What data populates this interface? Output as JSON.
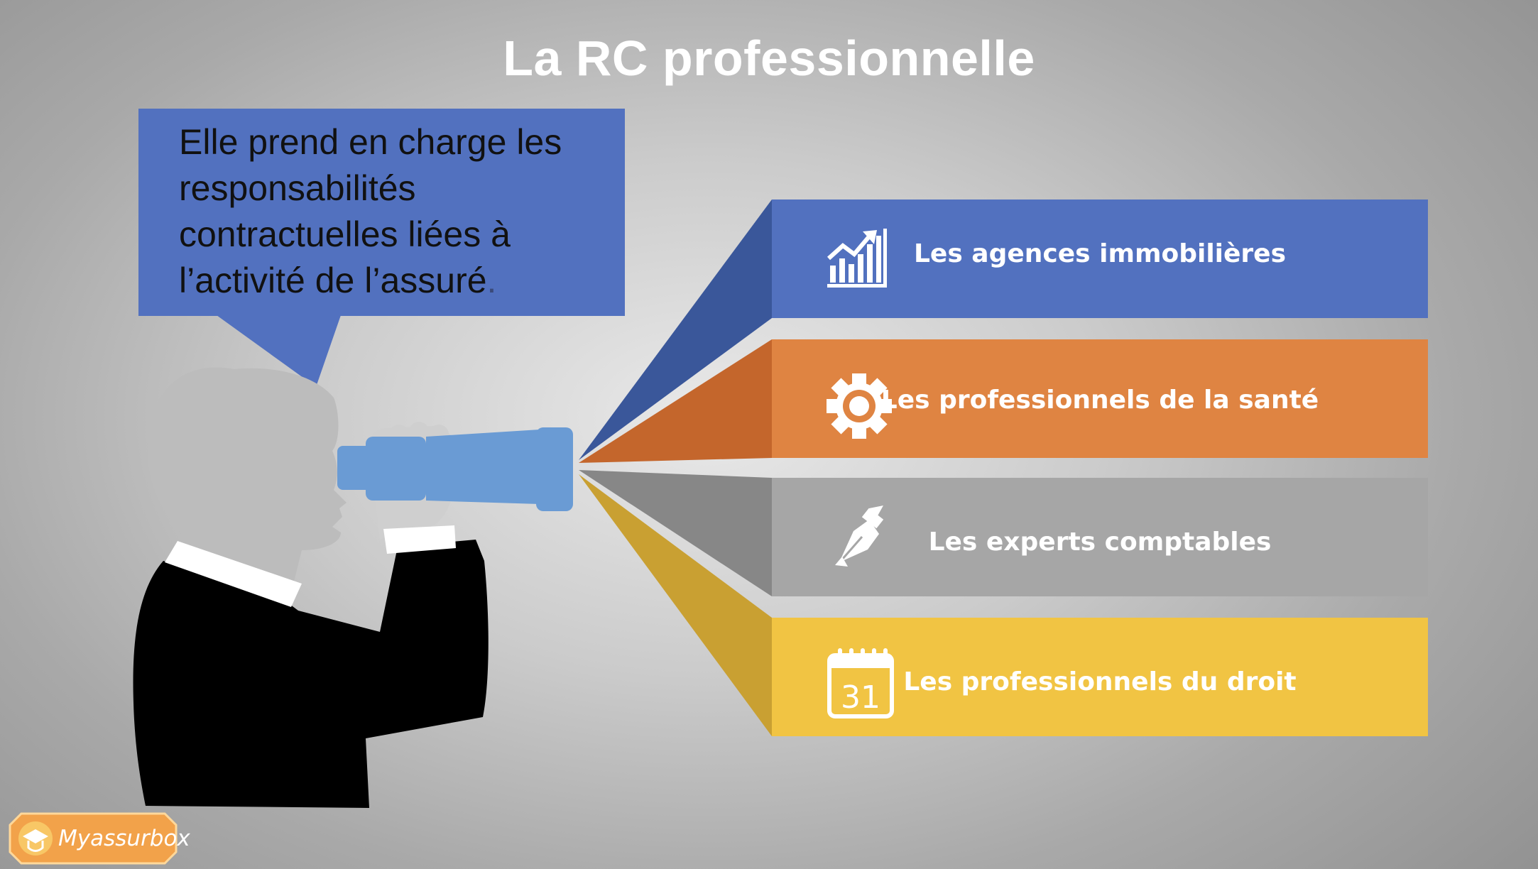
{
  "slide": {
    "title": "La RC professionnelle",
    "callout_text": "Elle prend en charge les responsabilités contractuelles liées à l’activité de l’assuré",
    "callout_trailing_period": "."
  },
  "bands": [
    {
      "label": "Les agences immobilières",
      "icon": "growth-chart-icon",
      "color": "#5271bf",
      "side_color": "#3a579a"
    },
    {
      "label": "Les professionnels de la santé",
      "icon": "gear-icon",
      "color": "#df8442",
      "side_color": "#c4662c"
    },
    {
      "label": "Les experts comptables",
      "icon": "fountain-pen-icon",
      "color": "#a6a6a6",
      "side_color": "#878787"
    },
    {
      "label": "Les professionnels du droit",
      "icon": "calendar-icon",
      "color": "#f1c443",
      "side_color": "#c9a032"
    }
  ],
  "calendar_day": "31",
  "brand": {
    "name": "Myassurbox",
    "badge_color": "#f2a24a"
  },
  "callout_color": "#5271bf",
  "telescope_color": "#6a9bd4"
}
